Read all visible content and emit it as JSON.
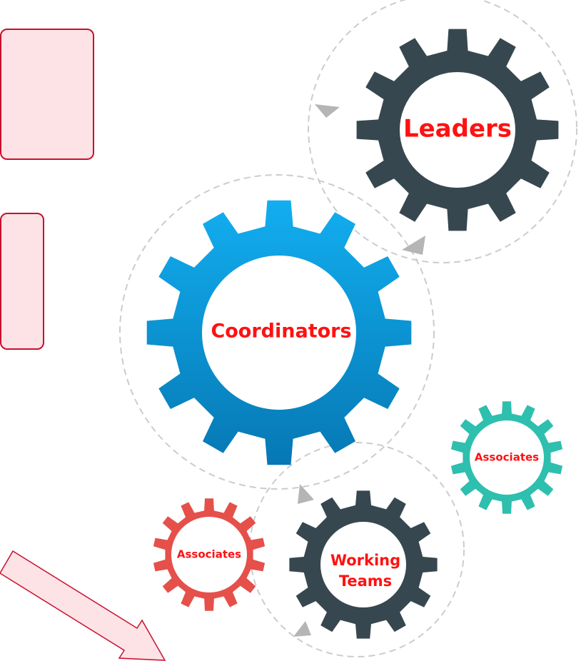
{
  "gears": {
    "leaders": {
      "label": "Leaders",
      "color": "#37474f"
    },
    "coordinators": {
      "label": "Coordinators",
      "color_top": "#12aef0",
      "color_bottom": "#0678b4"
    },
    "associates_right": {
      "label": "Associates",
      "color": "#2ebfae"
    },
    "associates_left": {
      "label": "Associates",
      "color": "#e5504a"
    },
    "working_teams": {
      "line1": "Working",
      "line2": "Teams",
      "color": "#37474f"
    }
  },
  "label_color": "#ff1111",
  "note_fill": "#fde3e5",
  "note_border": "#c8102e",
  "orbit_color": "#cccccc"
}
